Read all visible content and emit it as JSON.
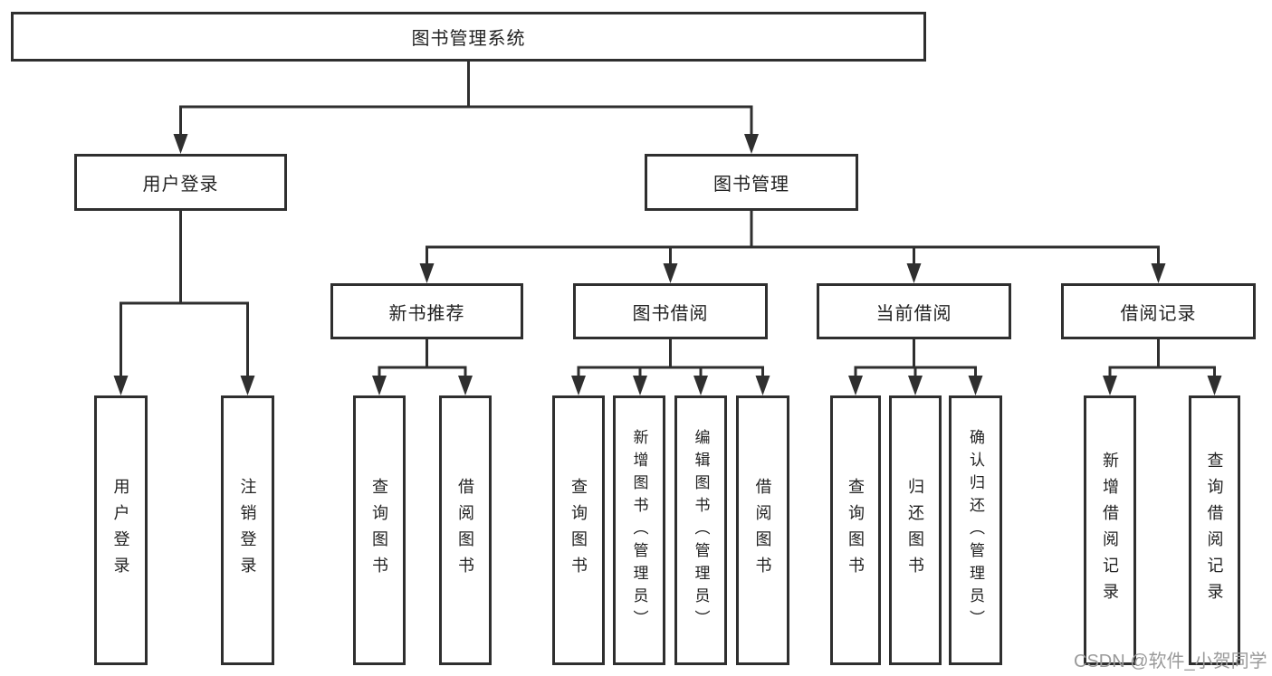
{
  "title_box": "图书管理系统",
  "level2": {
    "user_login": "用户登录",
    "book_management": "图书管理"
  },
  "level3": [
    "新书推荐",
    "图书借阅",
    "当前借阅",
    "借阅记录"
  ],
  "leaf_groups": [
    {
      "parent": "用户登录",
      "items": [
        "用户登录",
        "注销登录"
      ]
    },
    {
      "parent": "新书推荐",
      "items": [
        "查询图书",
        "借阅图书"
      ]
    },
    {
      "parent": "图书借阅",
      "items": [
        "查询图书",
        "新增图书（管理员）",
        "编辑图书（管理员）",
        "借阅图书"
      ]
    },
    {
      "parent": "当前借阅",
      "items": [
        "查询图书",
        "归还图书",
        "确认归还（管理员）"
      ]
    },
    {
      "parent": "借阅记录",
      "items": [
        "新增借阅记录",
        "查询借阅记录"
      ]
    }
  ],
  "watermark": "CSDN @软件_小贺同学",
  "colors": {
    "line": "#2f2f2f",
    "text": "#222222",
    "background": "#ffffff",
    "watermark": "#9a9a9a"
  }
}
